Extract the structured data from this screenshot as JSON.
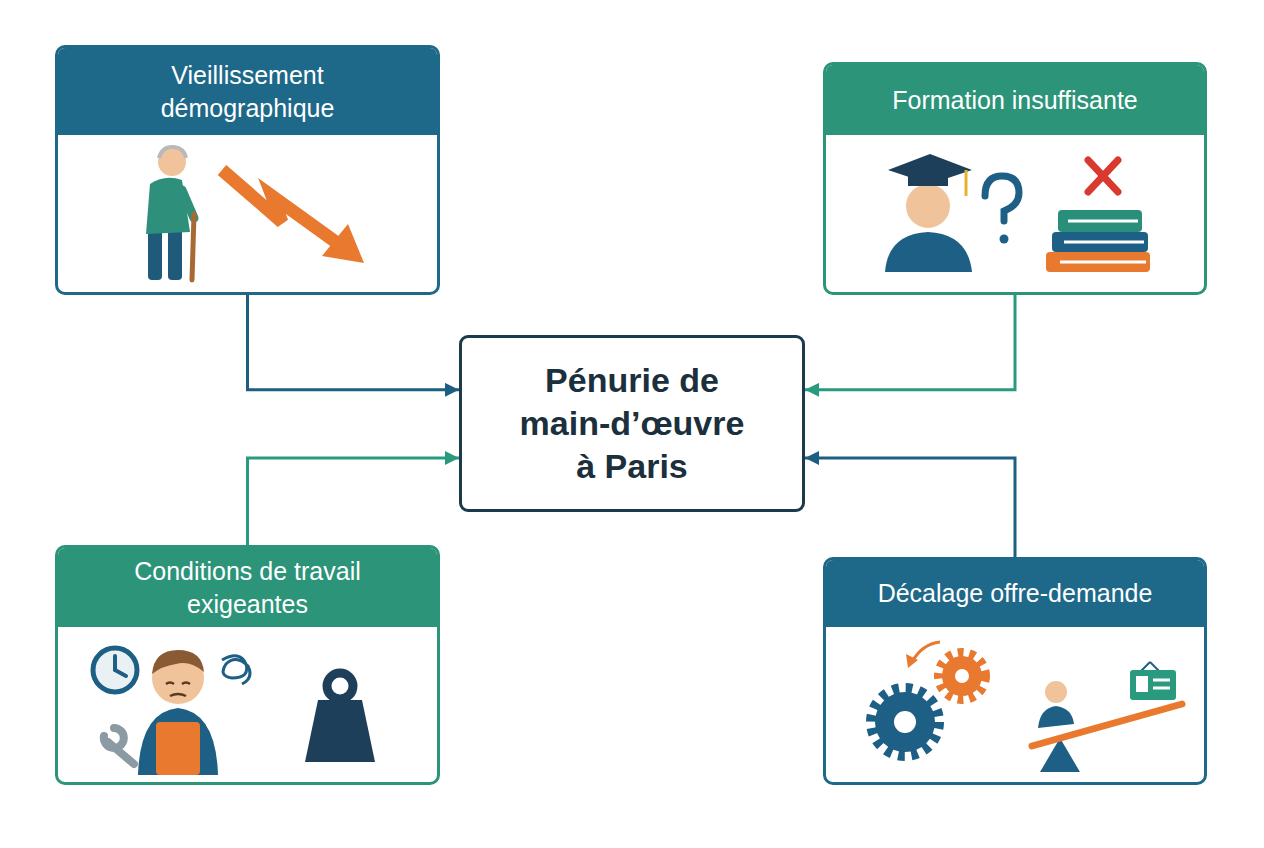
{
  "diagram": {
    "nodes": [
      {
        "text": [
          "Vieillissement démographique"
        ]
      },
      {
        "text": [
          "Formation insuffisante"
        ]
      },
      {
        "text": [
          "Pénurie de main-d’œuvre à Paris"
        ]
      },
      {
        "text": [
          "Conditions de travail exigeantes"
        ]
      },
      {
        "text": [
          "Décalage offre-demande"
        ]
      }
    ],
    "edges": [
      {
        "from": 0,
        "to": 2,
        "arrow": "to"
      },
      {
        "from": 1,
        "to": 2,
        "arrow": "to"
      },
      {
        "from": 3,
        "to": 2,
        "arrow": "to"
      },
      {
        "from": 4,
        "to": 2,
        "arrow": "to"
      }
    ]
  }
}
